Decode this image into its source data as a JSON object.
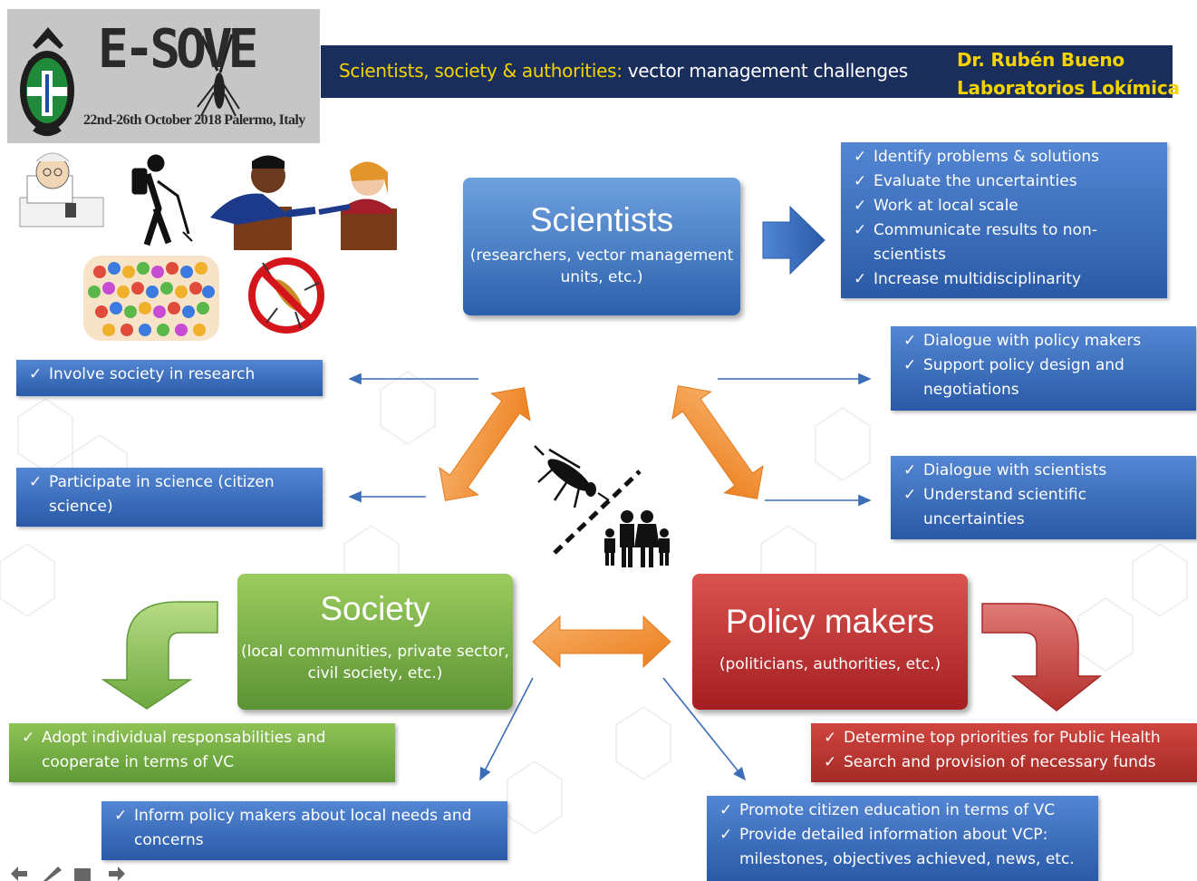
{
  "header": {
    "logo_text": "E-SOVE",
    "logo_date": "22nd-26th October 2018 Palermo, Italy",
    "title_part1": "Scientists, society & authorities:",
    "title_part2": " vector management challenges",
    "author_name": "Dr. Rubén Bueno",
    "author_org": "Laboratorios Lokímica"
  },
  "scientists": {
    "title": "Scientists",
    "subtitle": "(researchers, vector management units, etc.)",
    "items": [
      "Identify problems & solutions",
      "Evaluate the uncertainties",
      "Work at local scale",
      "Communicate results to non-scientists",
      "Increase multidisciplinarity"
    ]
  },
  "society": {
    "title": "Society",
    "subtitle": "(local communities, private sector, civil society, etc.)",
    "items": [
      "Adopt individual responsabilities and cooperate in terms of VC"
    ]
  },
  "policy": {
    "title": "Policy makers",
    "subtitle": "(politicians, authorities, etc.)",
    "items": [
      "Determine top priorities for Public Health",
      "Search and provision of necessary funds"
    ]
  },
  "sci_to_soc": [
    "Involve society in research"
  ],
  "soc_to_sci": [
    "Participate in science (citizen science)"
  ],
  "sci_to_pol": [
    "Dialogue with policy makers",
    "Support policy design and negotiations"
  ],
  "pol_to_sci": [
    "Dialogue with scientists",
    "Understand scientific uncertainties"
  ],
  "soc_to_pol": [
    "Inform policy makers about local needs and concerns"
  ],
  "pol_to_soc": [
    "Promote citizen education in terms of VC",
    "Provide detailed information about VCP: milestones, objectives achieved, news, etc."
  ],
  "checkmark": "✓",
  "colors": {
    "header_bg": "#1a2e5c",
    "header_accent": "#f4d300",
    "blue": "#2f5fab",
    "green": "#6aa53b",
    "red": "#b3302c",
    "orange": "#f28c28"
  }
}
